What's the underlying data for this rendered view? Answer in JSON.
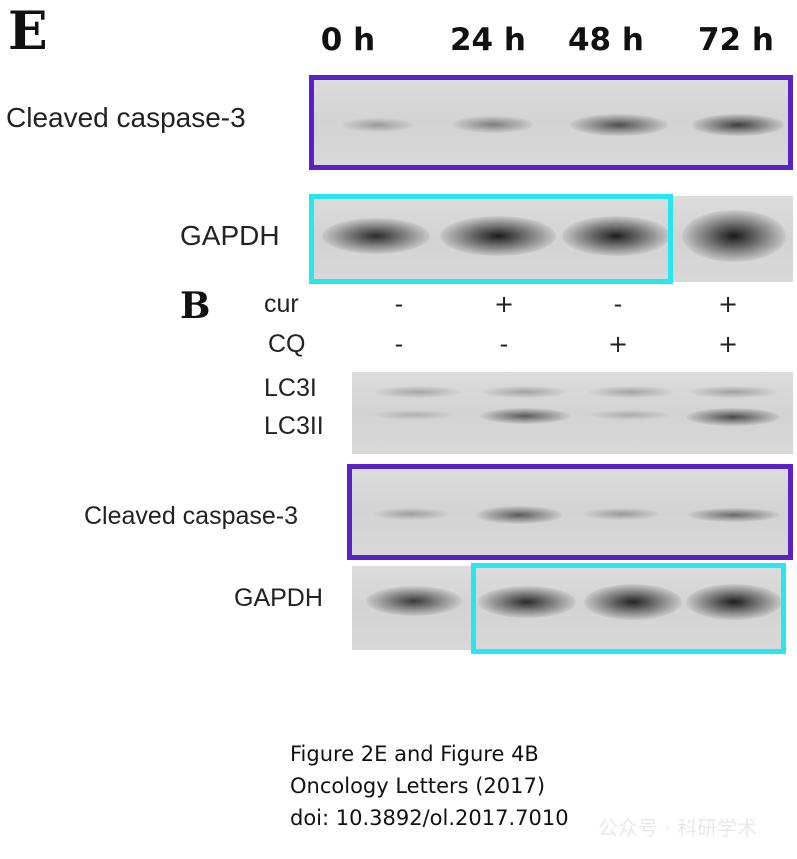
{
  "panel_e": {
    "letter": "E",
    "lanes": [
      "0 h",
      "24 h",
      "48 h",
      "72 h"
    ],
    "row1_label": "Cleaved caspase-3",
    "row2_label": "GAPDH"
  },
  "panel_b": {
    "letter": "B",
    "cur_label": "cur",
    "cq_label": "CQ",
    "cur_signs": [
      "-",
      "+",
      "-",
      "+"
    ],
    "cq_signs": [
      "-",
      "-",
      "+",
      "+"
    ],
    "lc3i_label": "LC3I",
    "lc3ii_label": "LC3II",
    "caspase_label": "Cleaved caspase-3",
    "gapdh_label": "GAPDH"
  },
  "caption": {
    "line1": "Figure 2E and Figure 4B",
    "line2": "Oncology Letters (2017)",
    "line3": "doi: 10.3892/ol.2017.7010"
  },
  "watermark": "公众号 · 科研学术",
  "colors": {
    "highlight_purple": "#5b21c4",
    "highlight_cyan": "#27e6ec"
  }
}
